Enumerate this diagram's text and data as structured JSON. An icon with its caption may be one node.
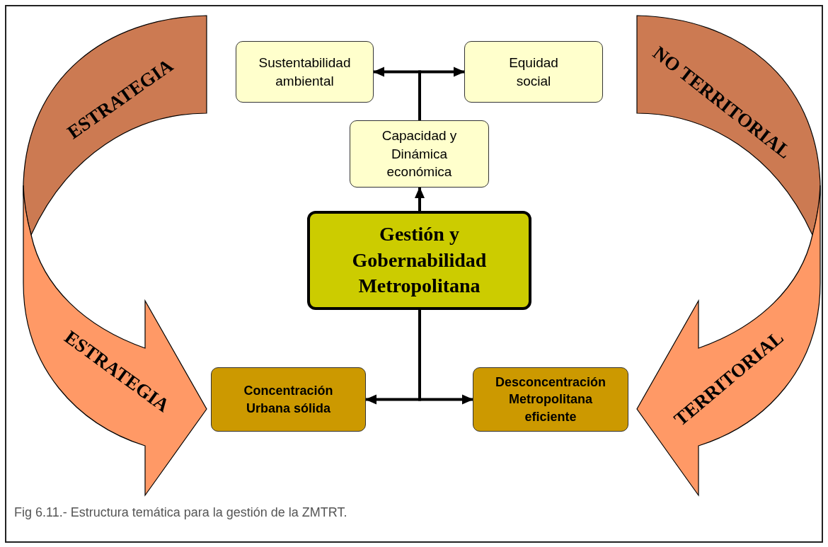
{
  "diagram": {
    "caption": "Fig 6.11.- Estructura temática para la gestión de la ZMTRT.",
    "nodes": [
      {
        "text": [
          "ESTRATEGIA"
        ]
      },
      {
        "text": [
          "NO TERRITORIAL"
        ]
      },
      {
        "text": [
          "Sustentabilidad ambiental"
        ]
      },
      {
        "text": [
          "Equidad social"
        ]
      },
      {
        "text": [
          "Capacidad y Dinámica económica"
        ]
      },
      {
        "text": [
          "Gestión y Gobernabilidad Metropolitana"
        ]
      },
      {
        "text": [
          "ESTRATEGIA"
        ]
      },
      {
        "text": [
          "Concentración Urbana sólida"
        ]
      },
      {
        "text": [
          "Desconcentración Metropolitana eficiente"
        ]
      },
      {
        "text": [
          "TERRITORIAL"
        ]
      }
    ],
    "edges": [
      {
        "from": 4,
        "to": 2,
        "arrow": "to"
      },
      {
        "from": 4,
        "to": 3,
        "arrow": "to"
      },
      {
        "from": 5,
        "to": 4,
        "arrow": "to"
      },
      {
        "from": 5,
        "to": 7,
        "arrow": "to"
      },
      {
        "from": 5,
        "to": 8,
        "arrow": "to"
      }
    ]
  }
}
